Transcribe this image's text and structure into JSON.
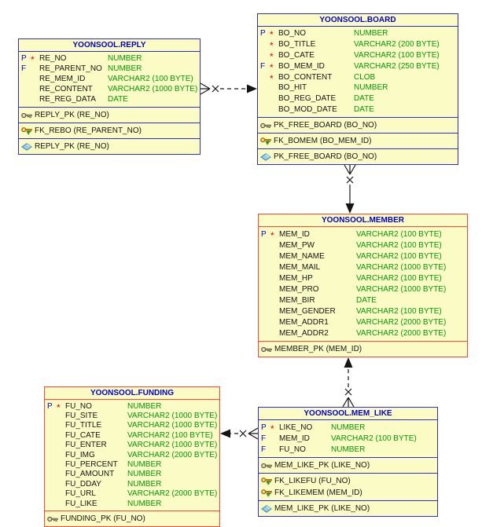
{
  "diagram": {
    "colors": {
      "table_fill": "#FBFBC6",
      "blue_table_border": "#2D2DC8",
      "red_table_border": "#FF4633",
      "title_text": "#0000CD",
      "column_type_text": "#009B00",
      "pf_indicator_text": "#0000CD",
      "mandatory_star": "#E00000",
      "connector": "#141414"
    },
    "tables": [
      {
        "id": "reply",
        "title": "YOONSOOL.REPLY",
        "border": "blue",
        "columns": [
          {
            "pf": "P",
            "mandatory": true,
            "name": "RE_NO",
            "type": "NUMBER"
          },
          {
            "pf": "F",
            "mandatory": false,
            "name": "RE_PARENT_NO",
            "type": "NUMBER"
          },
          {
            "pf": "",
            "mandatory": false,
            "name": "RE_MEM_ID",
            "type": "VARCHAR2 (100 BYTE)"
          },
          {
            "pf": "",
            "mandatory": false,
            "name": "RE_CONTENT",
            "type": "VARCHAR2 (1000 BYTE)"
          },
          {
            "pf": "",
            "mandatory": false,
            "name": "RE_REG_DATA",
            "type": "DATE"
          }
        ],
        "key_sections": [
          [
            {
              "icon": "key",
              "label": "REPLY_PK (RE_NO)"
            }
          ],
          [
            {
              "icon": "fk-key",
              "label": "FK_REBO (RE_PARENT_NO)"
            }
          ],
          [
            {
              "icon": "diamond",
              "label": "REPLY_PK (RE_NO)"
            }
          ]
        ]
      },
      {
        "id": "board",
        "title": "YOONSOOL.BOARD",
        "border": "blue",
        "columns": [
          {
            "pf": "P",
            "mandatory": true,
            "name": "BO_NO",
            "type": "NUMBER"
          },
          {
            "pf": "",
            "mandatory": true,
            "name": "BO_TITLE",
            "type": "VARCHAR2 (200 BYTE)"
          },
          {
            "pf": "",
            "mandatory": true,
            "name": "BO_CATE",
            "type": "VARCHAR2 (100 BYTE)"
          },
          {
            "pf": "F",
            "mandatory": true,
            "name": "BO_MEM_ID",
            "type": "VARCHAR2 (250 BYTE)"
          },
          {
            "pf": "",
            "mandatory": true,
            "name": "BO_CONTENT",
            "type": "CLOB"
          },
          {
            "pf": "",
            "mandatory": false,
            "name": "BO_HIT",
            "type": "NUMBER"
          },
          {
            "pf": "",
            "mandatory": false,
            "name": "BO_REG_DATE",
            "type": "DATE"
          },
          {
            "pf": "",
            "mandatory": false,
            "name": "BO_MOD_DATE",
            "type": "DATE"
          }
        ],
        "key_sections": [
          [
            {
              "icon": "key",
              "label": "PK_FREE_BOARD (BO_NO)"
            }
          ],
          [
            {
              "icon": "fk-key",
              "label": "FK_BOMEM (BO_MEM_ID)"
            }
          ],
          [
            {
              "icon": "diamond",
              "label": "PK_FREE_BOARD (BO_NO)"
            }
          ]
        ]
      },
      {
        "id": "member",
        "title": "YOONSOOL.MEMBER",
        "border": "red",
        "columns": [
          {
            "pf": "P",
            "mandatory": true,
            "name": "MEM_ID",
            "type": "VARCHAR2 (100 BYTE)"
          },
          {
            "pf": "",
            "mandatory": false,
            "name": "MEM_PW",
            "type": "VARCHAR2 (100 BYTE)"
          },
          {
            "pf": "",
            "mandatory": false,
            "name": "MEM_NAME",
            "type": "VARCHAR2 (100 BYTE)"
          },
          {
            "pf": "",
            "mandatory": false,
            "name": "MEM_MAIL",
            "type": "VARCHAR2 (1000 BYTE)"
          },
          {
            "pf": "",
            "mandatory": false,
            "name": "MEM_HP",
            "type": "VARCHAR2 (100 BYTE)"
          },
          {
            "pf": "",
            "mandatory": false,
            "name": "MEM_PRO",
            "type": "VARCHAR2 (1000 BYTE)"
          },
          {
            "pf": "",
            "mandatory": false,
            "name": "MEM_BIR",
            "type": "DATE"
          },
          {
            "pf": "",
            "mandatory": false,
            "name": "MEM_GENDER",
            "type": "VARCHAR2 (100 BYTE)"
          },
          {
            "pf": "",
            "mandatory": false,
            "name": "MEM_ADDR1",
            "type": "VARCHAR2 (2000 BYTE)"
          },
          {
            "pf": "",
            "mandatory": false,
            "name": "MEM_ADDR2",
            "type": "VARCHAR2 (2000 BYTE)"
          }
        ],
        "key_sections": [
          [
            {
              "icon": "key",
              "label": "MEMBER_PK (MEM_ID)"
            }
          ]
        ]
      },
      {
        "id": "funding",
        "title": "YOONSOOL.FUNDING",
        "border": "red",
        "columns": [
          {
            "pf": "P",
            "mandatory": true,
            "name": "FU_NO",
            "type": "NUMBER"
          },
          {
            "pf": "",
            "mandatory": false,
            "name": "FU_SITE",
            "type": "VARCHAR2 (1000 BYTE)"
          },
          {
            "pf": "",
            "mandatory": false,
            "name": "FU_TITLE",
            "type": "VARCHAR2 (1000 BYTE)"
          },
          {
            "pf": "",
            "mandatory": false,
            "name": "FU_CATE",
            "type": "VARCHAR2 (100 BYTE)"
          },
          {
            "pf": "",
            "mandatory": false,
            "name": "FU_ENTER",
            "type": "VARCHAR2 (1000 BYTE)"
          },
          {
            "pf": "",
            "mandatory": false,
            "name": "FU_IMG",
            "type": "VARCHAR2 (2000 BYTE)"
          },
          {
            "pf": "",
            "mandatory": false,
            "name": "FU_PERCENT",
            "type": "NUMBER"
          },
          {
            "pf": "",
            "mandatory": false,
            "name": "FU_AMOUNT",
            "type": "NUMBER"
          },
          {
            "pf": "",
            "mandatory": false,
            "name": "FU_DDAY",
            "type": "NUMBER"
          },
          {
            "pf": "",
            "mandatory": false,
            "name": "FU_URL",
            "type": "VARCHAR2 (2000 BYTE)"
          },
          {
            "pf": "",
            "mandatory": false,
            "name": "FU_LIKE",
            "type": "NUMBER"
          }
        ],
        "key_sections": [
          [
            {
              "icon": "key",
              "label": "FUNDING_PK (FU_NO)"
            }
          ]
        ]
      },
      {
        "id": "mem_like",
        "title": "YOONSOOL.MEM_LIKE",
        "border": "blue",
        "columns": [
          {
            "pf": "P",
            "mandatory": true,
            "name": "LIKE_NO",
            "type": "NUMBER"
          },
          {
            "pf": "F",
            "mandatory": false,
            "name": "MEM_ID",
            "type": "VARCHAR2 (100 BYTE)"
          },
          {
            "pf": "F",
            "mandatory": false,
            "name": "FU_NO",
            "type": "NUMBER"
          }
        ],
        "key_sections": [
          [
            {
              "icon": "key",
              "label": "MEM_LIKE_PK (LIKE_NO)"
            }
          ],
          [
            {
              "icon": "fk-key",
              "label": "FK_LIKEFU (FU_NO)"
            },
            {
              "icon": "fk-key",
              "label": "FK_LIKEMEM (MEM_ID)"
            }
          ],
          [
            {
              "icon": "diamond",
              "label": "MEM_LIKE_PK (LIKE_NO)"
            }
          ]
        ]
      }
    ],
    "relationships": [
      {
        "from": "YOONSOOL.REPLY",
        "to": "YOONSOOL.BOARD",
        "line": "dashed",
        "from_marker": "crow-foot-x",
        "to_marker": "arrow"
      },
      {
        "from": "YOONSOOL.BOARD",
        "to": "YOONSOOL.MEMBER",
        "line": "solid",
        "from_marker": "crow-foot-x",
        "to_marker": "arrow"
      },
      {
        "from": "YOONSOOL.MEM_LIKE",
        "to": "YOONSOOL.MEMBER",
        "line": "dashed",
        "from_marker": "crow-foot-x",
        "to_marker": "arrow"
      },
      {
        "from": "YOONSOOL.MEM_LIKE",
        "to": "YOONSOOL.FUNDING",
        "line": "dashed",
        "from_marker": "crow-foot-x",
        "to_marker": "arrow"
      }
    ]
  }
}
